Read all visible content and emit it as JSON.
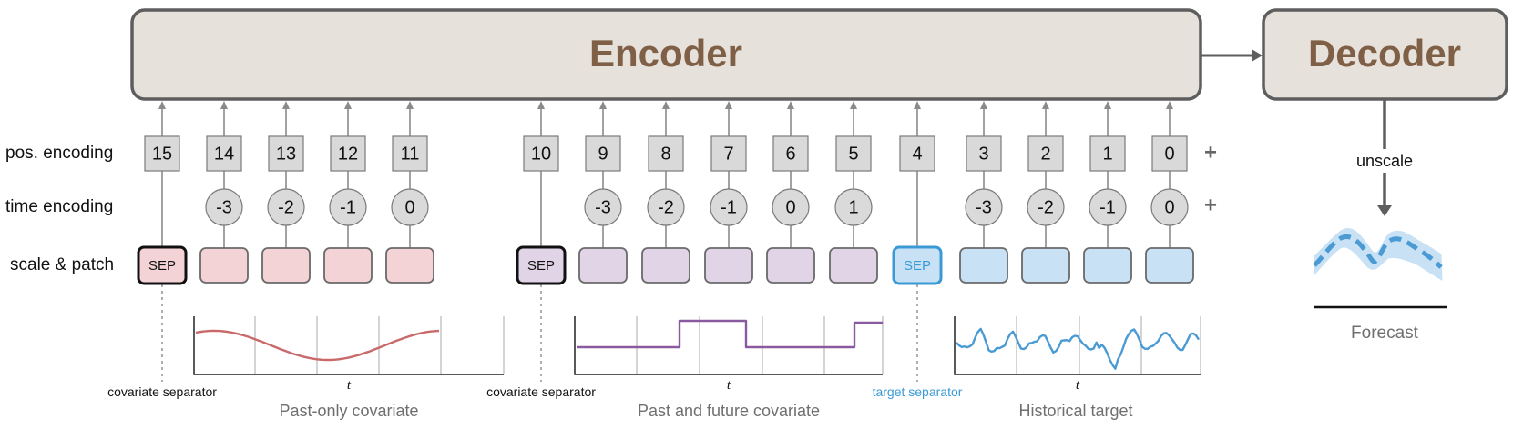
{
  "encoder": {
    "title": "Encoder"
  },
  "decoder": {
    "title": "Decoder"
  },
  "row_labels": {
    "pos": "pos. encoding",
    "time": "time encoding",
    "patch": "scale & patch"
  },
  "plus_sign": "+",
  "groups": [
    {
      "name": "Past-only covariate",
      "separator_label": "covariate separator",
      "sep_text": "SEP",
      "pos_sep": "15",
      "pos": [
        "14",
        "13",
        "12",
        "11"
      ],
      "time": [
        "-3",
        "-2",
        "-1",
        "0"
      ],
      "patch_color": "#f3d3d6",
      "sep_border": "#111111",
      "sep_text_color": "#111111",
      "line_color": "#c9696a",
      "axis_label": "t"
    },
    {
      "name": "Past and future covariate",
      "separator_label": "covariate separator",
      "sep_text": "SEP",
      "pos_sep": "10",
      "pos": [
        "9",
        "8",
        "7",
        "6",
        "5"
      ],
      "time": [
        "-3",
        "-2",
        "-1",
        "0",
        "1"
      ],
      "patch_color": "#e0d4e6",
      "sep_border": "#111111",
      "sep_text_color": "#111111",
      "line_color": "#8a5aa0",
      "axis_label": "t"
    },
    {
      "name": "Historical target",
      "separator_label": "target separator",
      "sep_text": "SEP",
      "pos_sep": "4",
      "pos": [
        "3",
        "2",
        "1",
        "0"
      ],
      "time": [
        "-3",
        "-2",
        "-1",
        "0"
      ],
      "patch_color": "#c8e1f4",
      "sep_border": "#3b9ad6",
      "sep_text_color": "#3b9ad6",
      "line_color": "#4a9bd4",
      "axis_label": "t"
    }
  ],
  "forecast": {
    "unscale_label": "unscale",
    "label": "Forecast",
    "color": "#4a9bd4",
    "band_color": "#c8e1f4"
  }
}
